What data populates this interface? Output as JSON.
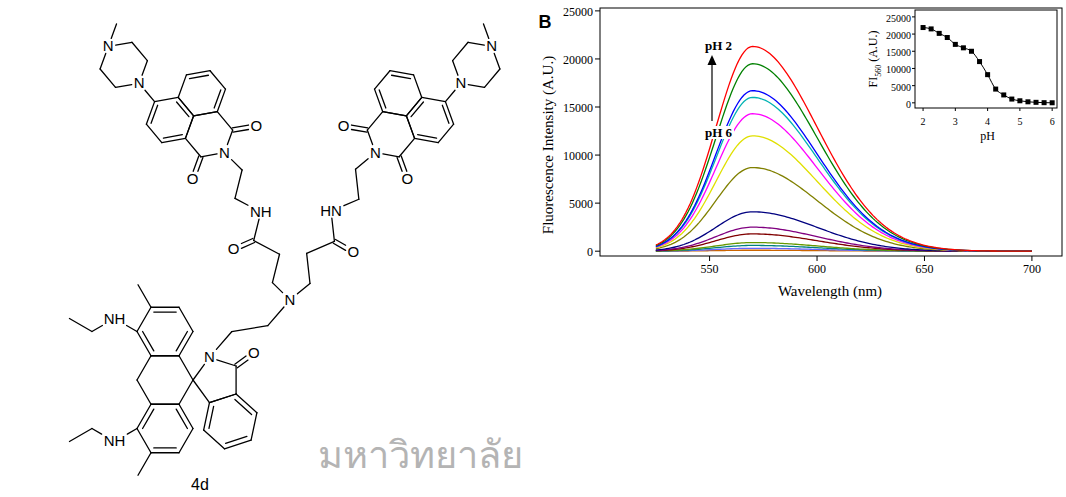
{
  "diagram": {
    "labels": [
      "N",
      "N",
      "O",
      "N",
      "O",
      "NH",
      "O",
      "N",
      "N",
      "O",
      "N",
      "O",
      "HN",
      "O",
      "N",
      "NH",
      "N",
      "O",
      "NH",
      "4d",
      "B",
      "Fluorescence Intensity (A.U.)",
      "Wavelength (nm)",
      "pH 2",
      "pH 6",
      "0",
      "5000",
      "10000",
      "15000",
      "20000",
      "25000",
      "550",
      "600",
      "650",
      "700",
      "FI",
      "560",
      "(A.U.)",
      "pH",
      "0",
      "5000",
      "10000",
      "15000",
      "20000",
      "25000",
      "2",
      "3",
      "4",
      "5",
      "6",
      "มหาวิทยาลัย"
    ]
  }
}
